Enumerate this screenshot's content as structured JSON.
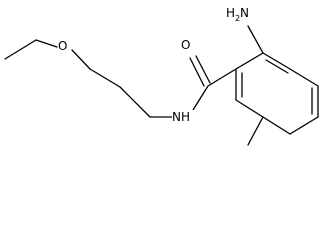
{
  "molecule": {
    "atoms": {
      "oxygen_ether": "O",
      "oxygen_carbonyl": "O",
      "amide_nh": "NH",
      "amine_main": "H",
      "amine_sub": "2",
      "amine_n": "N"
    }
  }
}
